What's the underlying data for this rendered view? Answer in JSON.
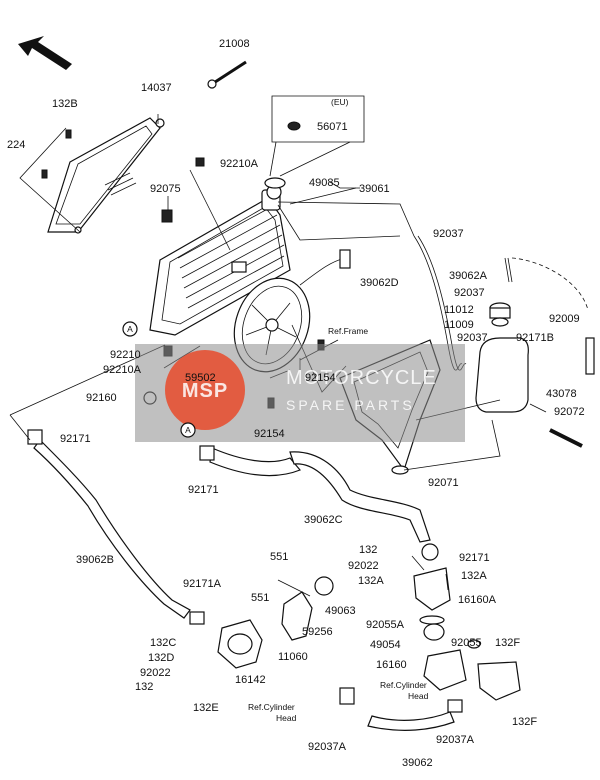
{
  "watermark": {
    "brand": "MOTORCYCLE",
    "sub": "SPARE PARTS",
    "logo": "MSP"
  },
  "annotations": {
    "eu": "(EU)",
    "ref_frame": "Ref.Frame",
    "ref_cyl_1": "Ref.Cylinder",
    "ref_cyl_1b": "Head",
    "ref_cyl_2": "Ref.Cylinder",
    "ref_cyl_2b": "Head",
    "circle_a": "A",
    "circle_b": "A"
  },
  "parts": [
    "21008",
    "14037",
    "132B",
    "224",
    "92210A",
    "92075",
    "56071",
    "49085",
    "39061",
    "92037",
    "39062D",
    "39062A",
    "92037",
    "11012",
    "11009",
    "92009",
    "92037",
    "92171B",
    "43078",
    "92072",
    "92210",
    "92210A",
    "59502",
    "92154",
    "92154",
    "92160",
    "92171",
    "92171",
    "39062C",
    "92071",
    "39062B",
    "551",
    "132",
    "92171",
    "92022",
    "132A",
    "132A",
    "16160A",
    "49063",
    "92171A",
    "551",
    "59256",
    "11060",
    "132C",
    "132D",
    "92022",
    "132",
    "16142",
    "132E",
    "92055A",
    "49054",
    "92055",
    "132F",
    "16160",
    "132F",
    "92037A",
    "92037A",
    "39062"
  ],
  "colors": {
    "line": "#111111",
    "watermark_red": "#e84a2a",
    "watermark_bg": "#8c8c8c"
  }
}
